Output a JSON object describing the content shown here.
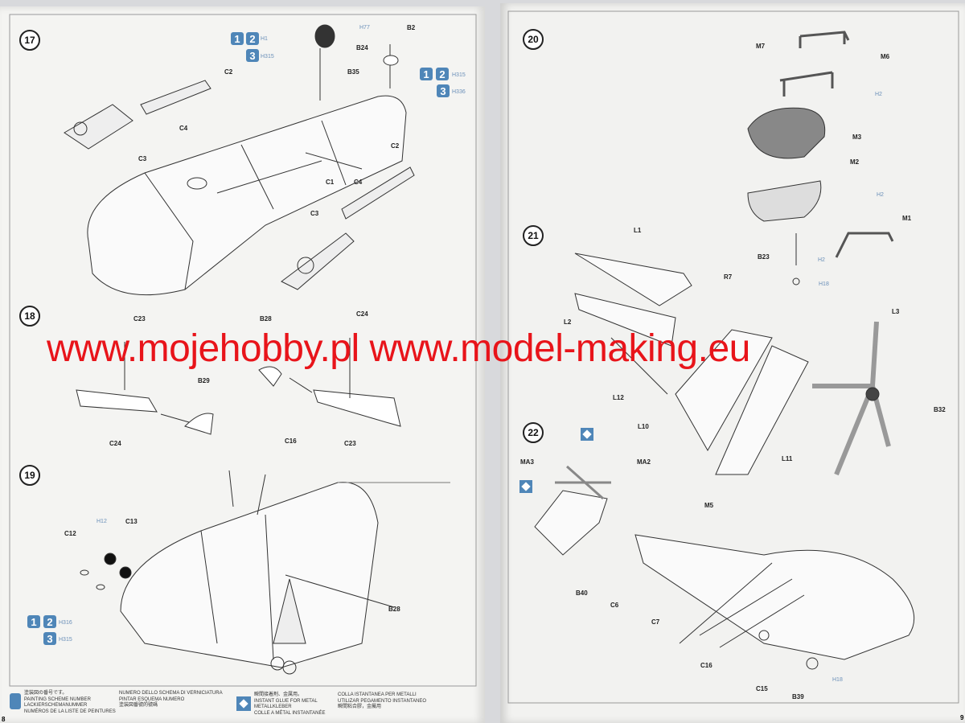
{
  "watermark": "www.mojehobby.pl www.model-making.eu",
  "left_page": {
    "page_number": "8",
    "steps": [
      "17",
      "18",
      "19"
    ],
    "step17": {
      "labels": [
        "H77",
        "B24",
        "B2",
        "B35",
        "C2",
        "C4",
        "C3",
        "C2",
        "C1",
        "C4",
        "C3"
      ],
      "paint1": {
        "b1": "1",
        "b2": "2",
        "h": "H1",
        "b3": "3",
        "h3": "H315"
      },
      "paint2": {
        "b1": "1",
        "b2": "2",
        "h": "H315",
        "b3": "3",
        "h3": "H336"
      }
    },
    "step18": {
      "labels": [
        "C23",
        "B28",
        "C24",
        "B29",
        "C24",
        "C23"
      ]
    },
    "step19": {
      "labels": [
        "C16",
        "H12",
        "C13",
        "C12",
        "B28"
      ],
      "paint": {
        "b1": "1",
        "b2": "2",
        "h": "H316",
        "b3": "3",
        "h3": "H315"
      }
    },
    "legend_paint": [
      "塗装図の番号です。",
      "PAINTING SCHEME NUMBER",
      "LACKIERSCHEMANUMMER",
      "NUMÉROS DE LA LISTE DE PEINTURES"
    ],
    "legend_paint2": [
      "NUMERO DELLO SCHEMA DI VERNICIATURA",
      "PINTAR ESQUEMA NUMERO",
      "塗装図番號的號碼"
    ],
    "legend_glue": [
      "瞬間接着剤、金属用。",
      "INSTANT GLUE FOR METAL",
      "METALLKLEBER",
      "COLLE A MÉTAL INSTANTANÉE"
    ],
    "legend_glue2": [
      "COLLA ISTANTANEA PER METALLI",
      "UTILIZAR PEGAMENTO INSTANTANEO",
      "瞬間粘合膠，金屬用"
    ]
  },
  "right_page": {
    "page_number": "9",
    "steps": [
      "20",
      "21",
      "22"
    ],
    "step20": {
      "labels": [
        "M6",
        "M7",
        "H2",
        "M3",
        "M2",
        "H2",
        "M1",
        "B23",
        "H2",
        "H18"
      ]
    },
    "step21": {
      "labels": [
        "R7",
        "L1",
        "L3",
        "L2",
        "L12",
        "L10",
        "B32",
        "L11"
      ]
    },
    "step22": {
      "labels": [
        "MA3",
        "MA2",
        "M5",
        "B40",
        "C6",
        "C7",
        "C16",
        "C15",
        "B39",
        "H18"
      ]
    }
  }
}
